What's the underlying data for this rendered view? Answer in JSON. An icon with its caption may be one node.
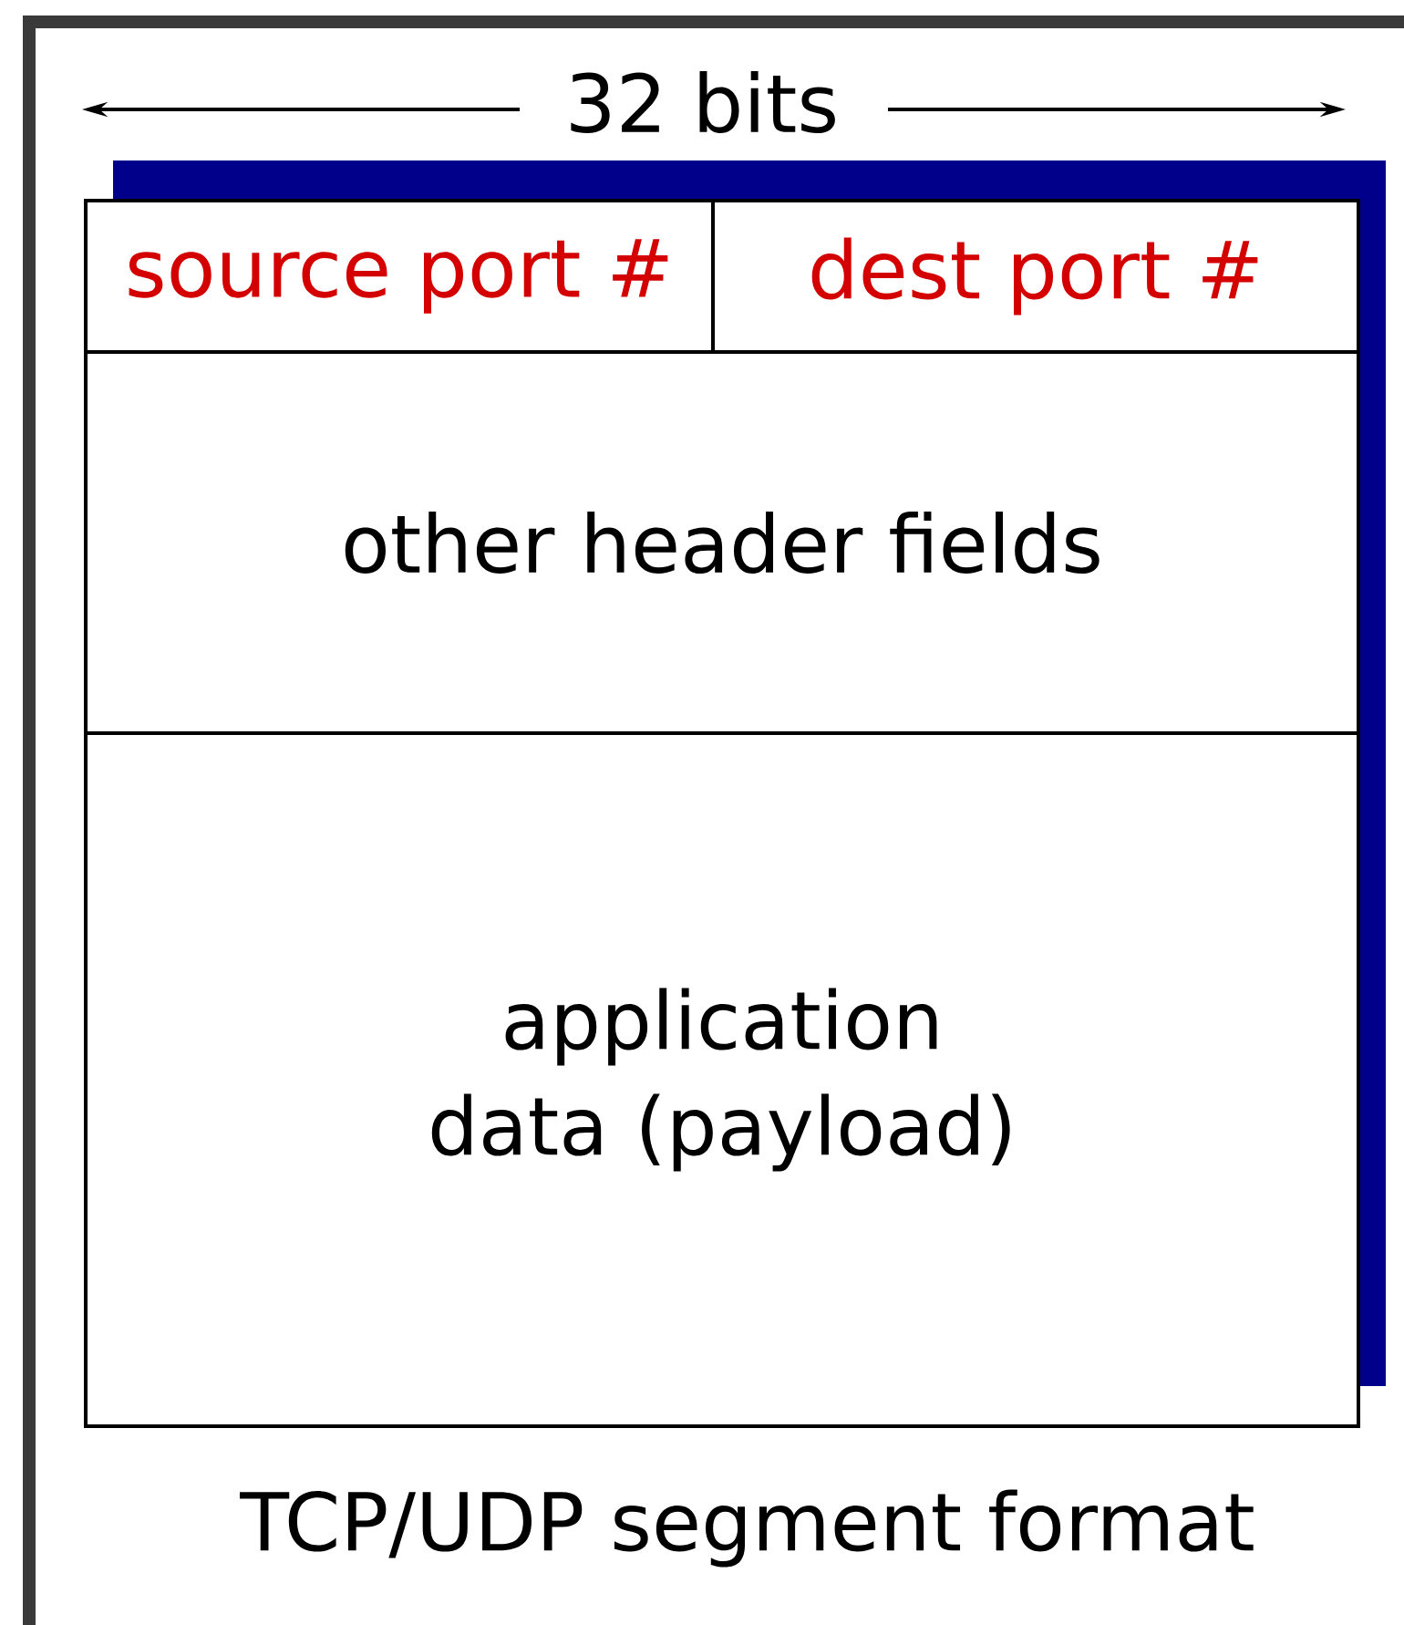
{
  "diagram": {
    "caption": "TCP/UDP segment format",
    "nodes": [
      {
        "text": [
          "source port #"
        ]
      },
      {
        "text": [
          "dest port #"
        ]
      },
      {
        "text": [
          "other header fields"
        ]
      },
      {
        "text": [
          "application data (payload)"
        ]
      }
    ],
    "labels": [
      "32 bits"
    ]
  }
}
